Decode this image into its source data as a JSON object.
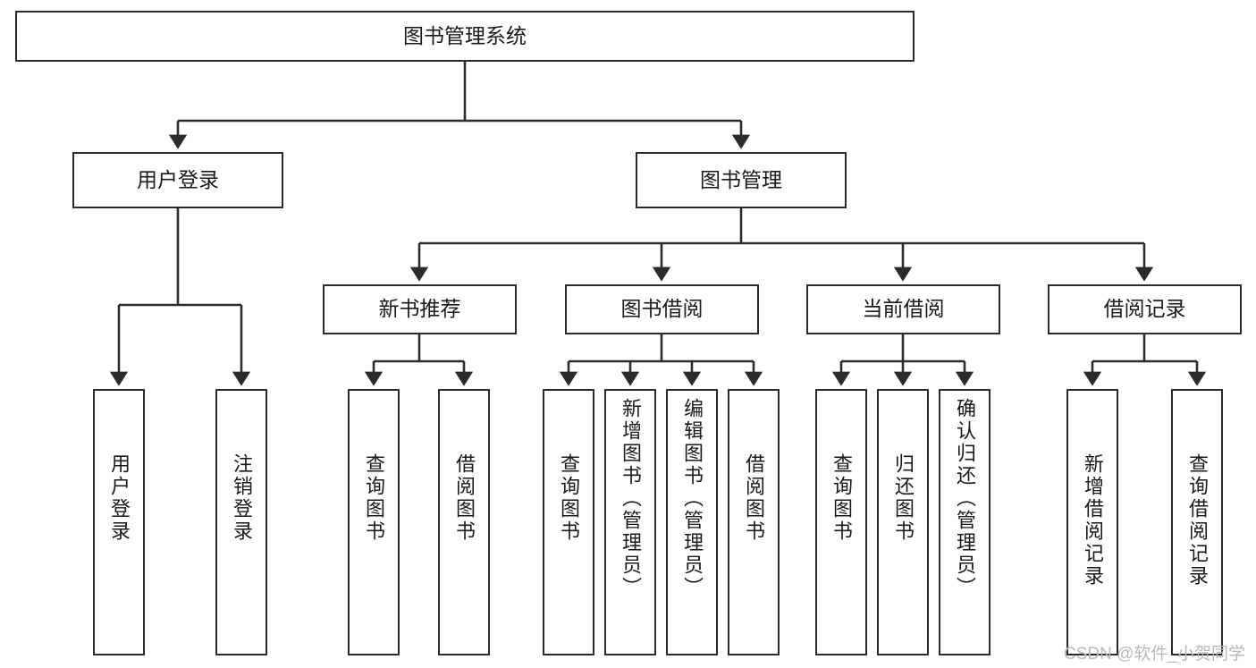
{
  "diagram": {
    "type": "tree-hierarchy",
    "title": "图书管理系统",
    "orientation": "top-down",
    "colors": {
      "box_border": "#2b2b2b",
      "box_fill": "#ffffff",
      "edge": "#2b2b2b",
      "text": "#1a1a1a",
      "watermark": "#b9b9b9",
      "background": "#ffffff"
    }
  },
  "nodes": {
    "root": {
      "label": "图书管理系统"
    },
    "level2": [
      {
        "label": "用户登录"
      },
      {
        "label": "图书管理"
      }
    ],
    "level3": [
      {
        "label": "新书推荐"
      },
      {
        "label": "图书借阅"
      },
      {
        "label": "当前借阅"
      },
      {
        "label": "借阅记录"
      }
    ],
    "leaves": {
      "user_login": [
        {
          "label": "用户登录"
        },
        {
          "label": "注销登录"
        }
      ],
      "new_book_recommend": [
        {
          "label": "查询图书"
        },
        {
          "label": "借阅图书"
        }
      ],
      "book_borrow": [
        {
          "label": "查询图书"
        },
        {
          "label": "新增图书（管理员）"
        },
        {
          "label": "编辑图书（管理员）"
        },
        {
          "label": "借阅图书"
        }
      ],
      "current_borrow": [
        {
          "label": "查询图书"
        },
        {
          "label": "归还图书"
        },
        {
          "label": "确认归还（管理员）"
        }
      ],
      "borrow_record": [
        {
          "label": "新增借阅记录"
        },
        {
          "label": "查询借阅记录"
        }
      ]
    }
  },
  "watermark": {
    "text": "CSDN @软件_小贺同学"
  }
}
